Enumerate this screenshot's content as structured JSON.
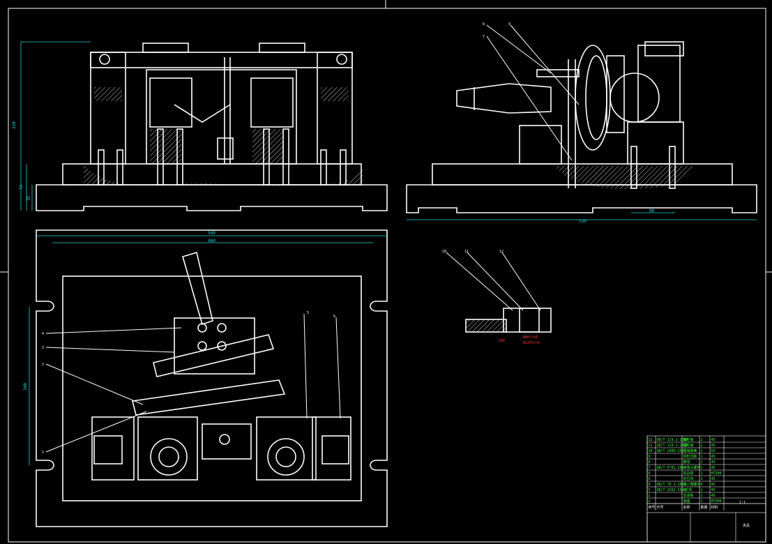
{
  "dimensions": {
    "front_height": "320",
    "front_mid": "72",
    "front_low": "35",
    "side_width": "530",
    "side_offset": "80",
    "plan_outer": "540",
    "plan_inner": "460",
    "plan_side": "340",
    "detail_a": "Ø8H7/k6",
    "detail_b": "Ø12H7/n6",
    "detail_c": "100"
  },
  "balloons": {
    "side": [
      "8",
      "9",
      "7"
    ],
    "plan": [
      "4",
      "3",
      "2",
      "1",
      "5",
      "6"
    ],
    "detail": [
      "10",
      "11",
      "12"
    ]
  },
  "bom": {
    "rows": [
      {
        "no": "12",
        "code": "GB/T 119.1-2000",
        "name": "圆柱销",
        "qty": "2",
        "mat": "45"
      },
      {
        "no": "11",
        "code": "GB/T 119.1-2000",
        "name": "圆柱销",
        "qty": "2",
        "mat": "45"
      },
      {
        "no": "10",
        "code": "GB/T 2089-1994",
        "name": "压缩弹簧",
        "qty": "1",
        "mat": "65"
      },
      {
        "no": "9",
        "code": "",
        "name": "钩形压板",
        "qty": "1",
        "mat": "45"
      },
      {
        "no": "8",
        "code": "",
        "name": "螺母",
        "qty": "2",
        "mat": "45"
      },
      {
        "no": "7",
        "code": "GB/T 5781-2000",
        "name": "六角头螺栓",
        "qty": "1",
        "mat": "45"
      },
      {
        "no": "6",
        "code": "",
        "name": "夹具体",
        "qty": "1",
        "mat": "HT200"
      },
      {
        "no": "5",
        "code": "",
        "name": "定位块",
        "qty": "2",
        "mat": "45"
      },
      {
        "no": "4",
        "code": "GB/T 70.1-2000",
        "name": "内六角螺钉",
        "qty": "4",
        "mat": "45"
      },
      {
        "no": "3",
        "code": "GB/T 2262-1991",
        "name": "V形块",
        "qty": "2",
        "mat": "45"
      },
      {
        "no": "2",
        "code": "",
        "name": "支承板",
        "qty": "1",
        "mat": "45"
      },
      {
        "no": "1",
        "code": "",
        "name": "底座",
        "qty": "1",
        "mat": "HT200"
      }
    ],
    "header": [
      "序号",
      "代号",
      "名称",
      "数量",
      "材料"
    ],
    "title": "夹具",
    "scale": "1:1"
  }
}
